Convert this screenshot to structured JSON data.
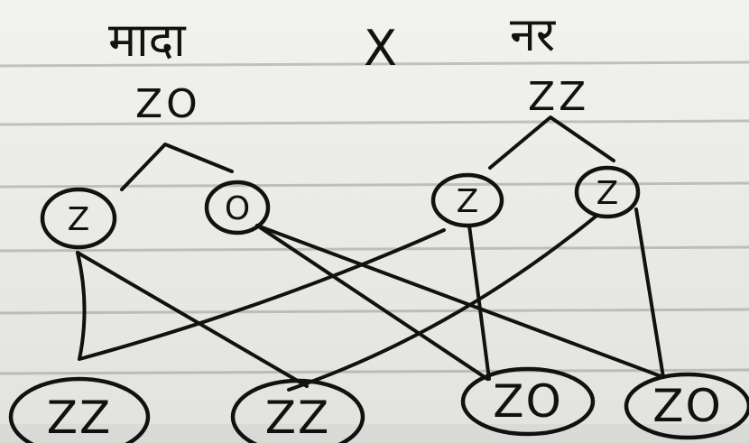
{
  "cross": {
    "female_label": "मादा",
    "cross_symbol": "X",
    "male_label": "नर",
    "female_genotype": "ZO",
    "male_genotype": "ZZ"
  },
  "gametes": {
    "female": [
      "Z",
      "O"
    ],
    "male": [
      "Z",
      "Z"
    ]
  },
  "offspring": [
    "ZZ",
    "ZZ",
    "ZO",
    "ZO"
  ],
  "colors": {
    "ink": "#111111",
    "paper": "#eeeeeb",
    "rule": "#9a9a9a"
  }
}
